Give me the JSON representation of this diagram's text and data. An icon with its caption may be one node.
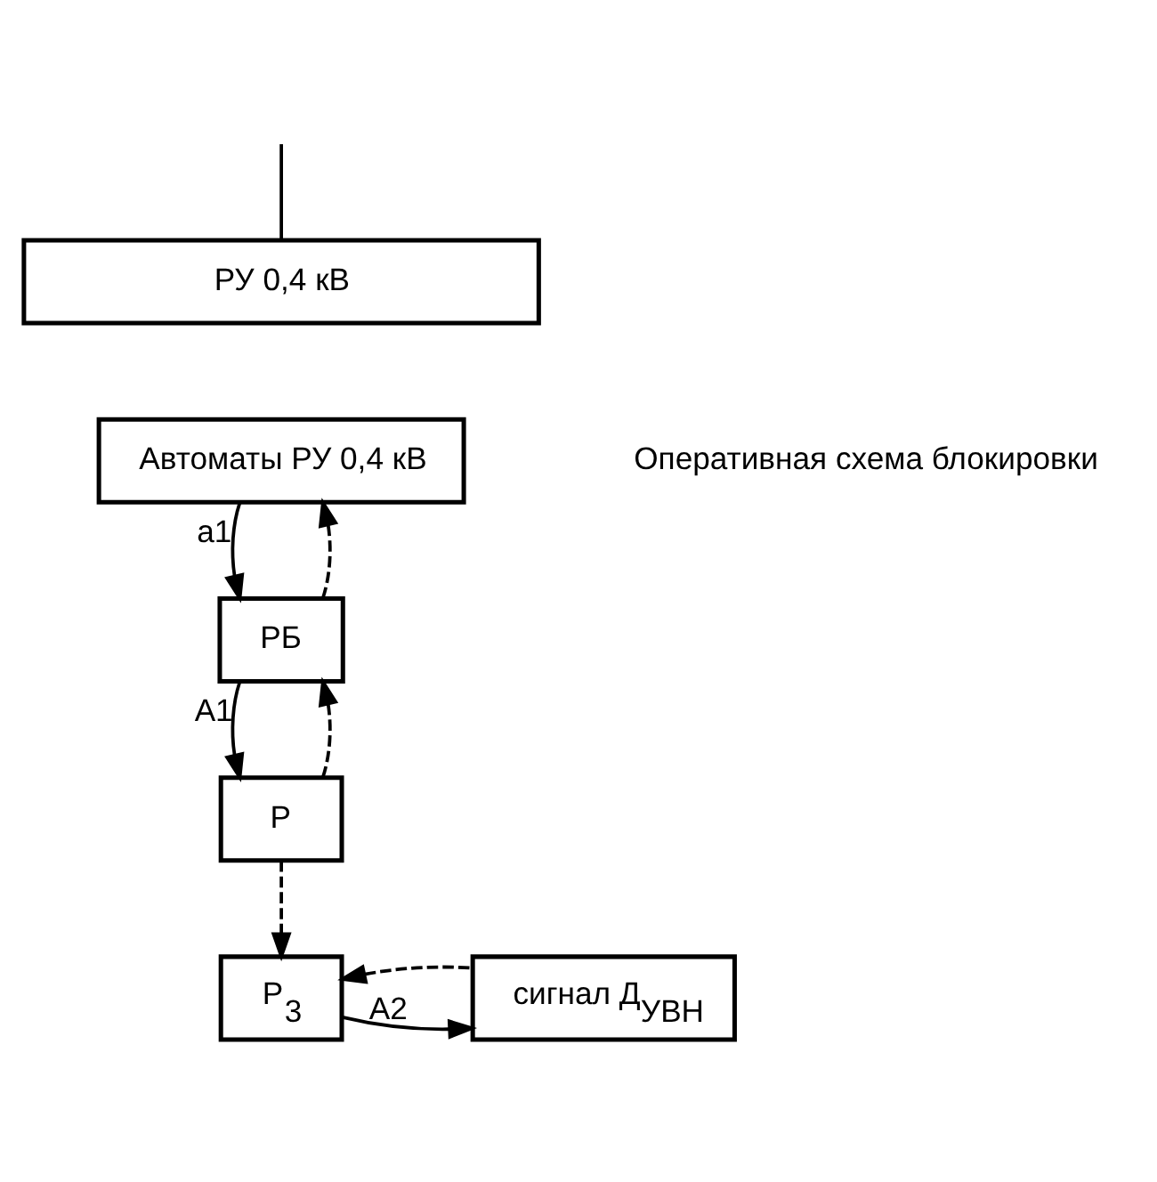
{
  "diagram": {
    "nodes": [
      {
        "text": [
          "РУ 0,4 кВ"
        ]
      },
      {
        "text": [
          "Автоматы РУ 0,4 кВ"
        ]
      },
      {
        "text": [
          "РБ"
        ]
      },
      {
        "text": [
          "Р"
        ]
      },
      {
        "text": [
          "Р$_{3}$"
        ]
      },
      {
        "text": [
          "сигнал Д$_{УВН}$"
        ]
      }
    ],
    "edges": [
      {
        "from": null,
        "to": 0,
        "arrow": "none"
      },
      {
        "from": 1,
        "to": 2,
        "arrow": "to",
        "label": "а1"
      },
      {
        "from": 2,
        "to": 1,
        "arrow": "to",
        "style": "dashed"
      },
      {
        "from": 2,
        "to": 3,
        "arrow": "to",
        "label": "А1"
      },
      {
        "from": 3,
        "to": 2,
        "arrow": "to",
        "style": "dashed"
      },
      {
        "from": 3,
        "to": 4,
        "arrow": "to",
        "style": "dashed"
      },
      {
        "from": 4,
        "to": 5,
        "arrow": "to",
        "label": "А2"
      },
      {
        "from": 5,
        "to": 4,
        "arrow": "to",
        "style": "dashed"
      }
    ],
    "labels": [
      "Оперативная схема блокировки"
    ]
  }
}
